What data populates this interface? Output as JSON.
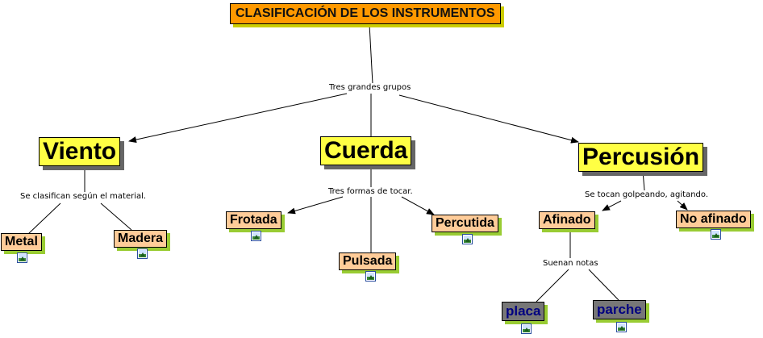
{
  "title": "CLASIFICACIÓN DE LOS INSTRUMENTOS",
  "linking_phrases": {
    "main": "Tres grandes grupos",
    "viento": "Se  clasifican según el material.",
    "cuerda": "Tres formas de tocar.",
    "percusion": "Se tocan golpeando, agitando.",
    "afinado": "Suenan notas"
  },
  "groups": {
    "viento": "Viento",
    "cuerda": "Cuerda",
    "percusion": "Percusión"
  },
  "viento_types": {
    "metal": "Metal",
    "madera": "Madera"
  },
  "cuerda_types": {
    "frotada": "Frotada",
    "pulsada": "Pulsada",
    "percutida": "Percutida"
  },
  "percusion_types": {
    "afinado": "Afinado",
    "no_afinado": "No afinado"
  },
  "afinado_types": {
    "placa": "placa",
    "parche": "parche"
  },
  "icon": "image-icon",
  "colors": {
    "title_bg": "#ff9900",
    "group_bg": "#ffff44",
    "subgroup_bg": "#ffcc99",
    "leaf_bg": "#777777",
    "leaf_text": "#000080",
    "shadow_green": "#99cc33"
  }
}
